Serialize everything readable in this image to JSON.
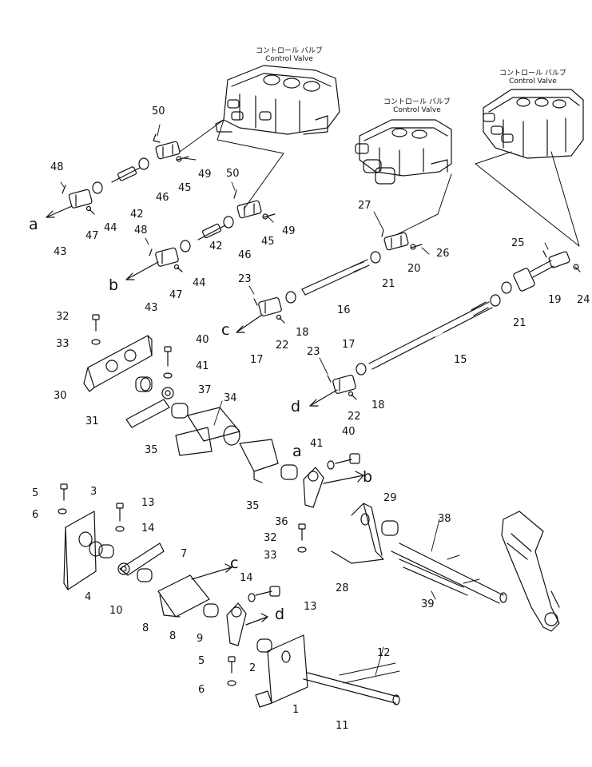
{
  "valve_titles": {
    "v1": {
      "jp": "コントロール バルブ",
      "en": "Control Valve"
    },
    "v2": {
      "jp": "コントロール バルブ",
      "en": "Control Valve"
    },
    "v3": {
      "jp": "コントロール バルブ",
      "en": "Control Valve"
    }
  },
  "connection_letters": {
    "a": "a",
    "b": "b",
    "c": "c",
    "d": "d"
  },
  "part_numbers": {
    "p1": "1",
    "p2": "2",
    "p3": "3",
    "p4": "4",
    "p5": "5",
    "p6": "6",
    "p7": "7",
    "p8": "8",
    "p9": "9",
    "p10": "10",
    "p11": "11",
    "p12": "12",
    "p13": "13",
    "p14": "14",
    "p15": "15",
    "p16": "16",
    "p17": "17",
    "p18": "18",
    "p19": "19",
    "p20": "20",
    "p21": "21",
    "p22": "22",
    "p23": "23",
    "p24": "24",
    "p25": "25",
    "p26": "26",
    "p27": "27",
    "p28": "28",
    "p29": "29",
    "p30": "30",
    "p31": "31",
    "p32": "32",
    "p33": "33",
    "p34": "34",
    "p35": "35",
    "p36": "36",
    "p37": "37",
    "p38": "38",
    "p39": "39",
    "p40": "40",
    "p41": "41",
    "p42": "42",
    "p43": "43",
    "p44": "44",
    "p45": "45",
    "p46": "46",
    "p47": "47",
    "p48": "48",
    "p49": "49",
    "p50": "50"
  }
}
